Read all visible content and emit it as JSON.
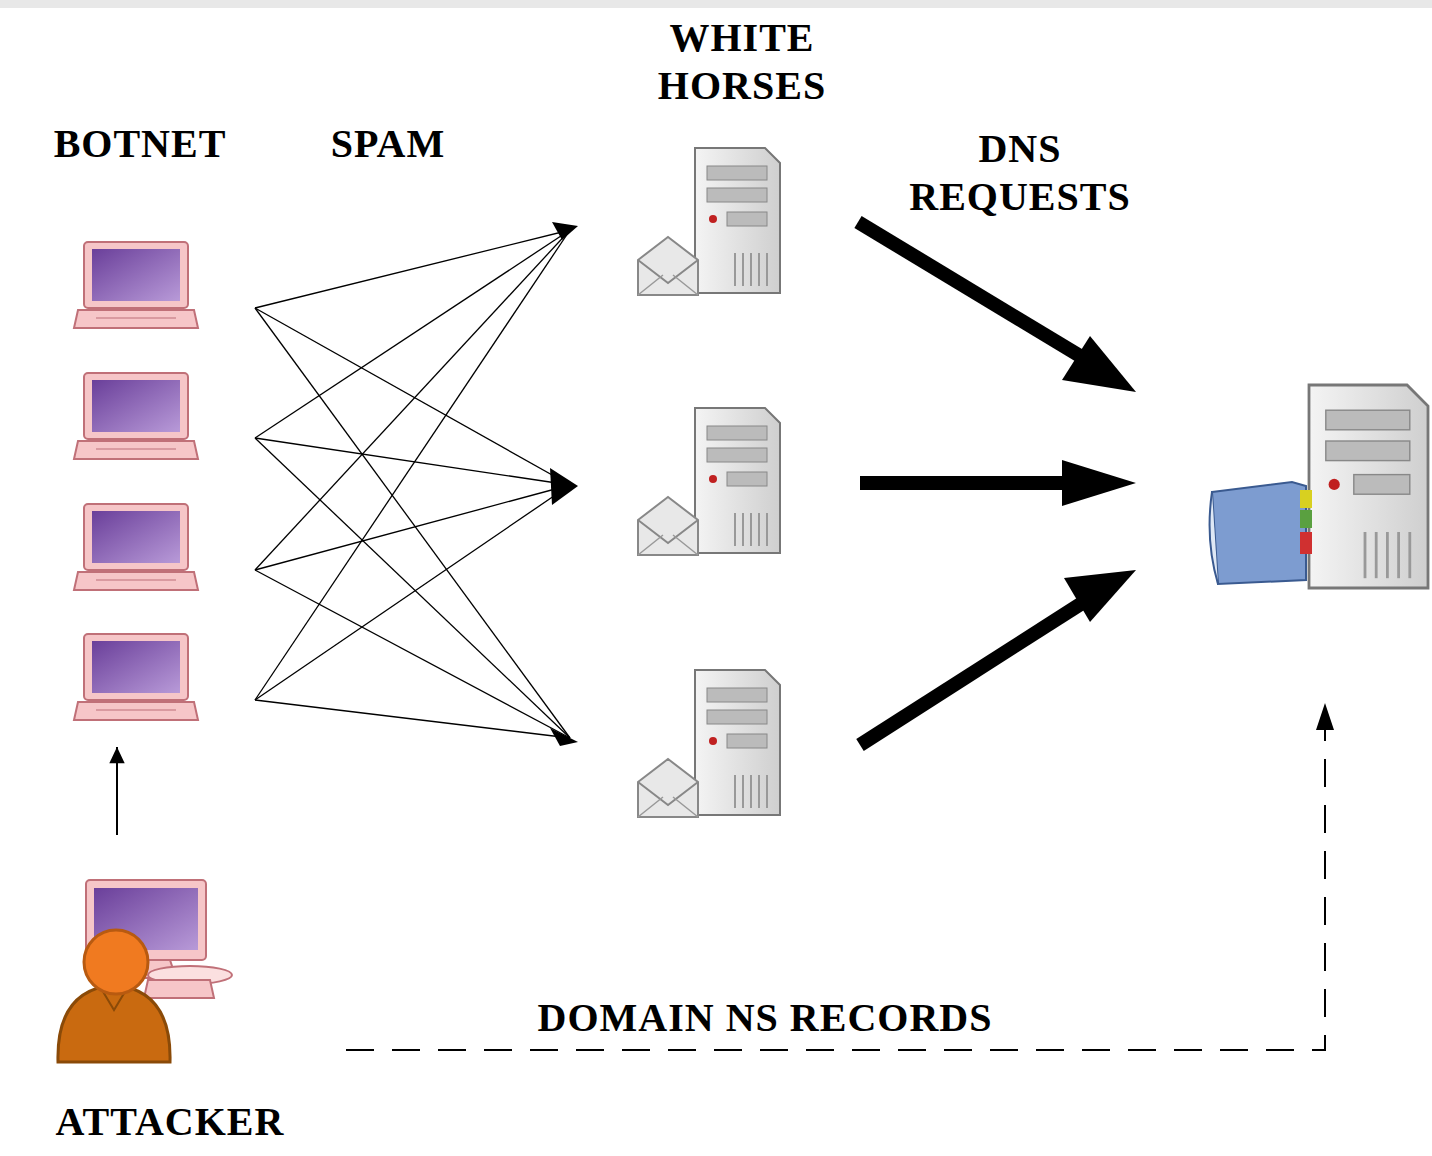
{
  "diagram": {
    "nodes": [
      {
        "text": [
          "BOTNET"
        ]
      },
      {
        "text": [
          "WHITE HORSES"
        ]
      },
      {
        "text": [
          "ATTACKER"
        ]
      }
    ],
    "edges": [
      {
        "from": 2,
        "to": 0,
        "arrow": "to"
      }
    ],
    "labels": [
      "SPAM",
      "DNS REQUESTS",
      "DOMAIN NS RECORDS"
    ]
  }
}
